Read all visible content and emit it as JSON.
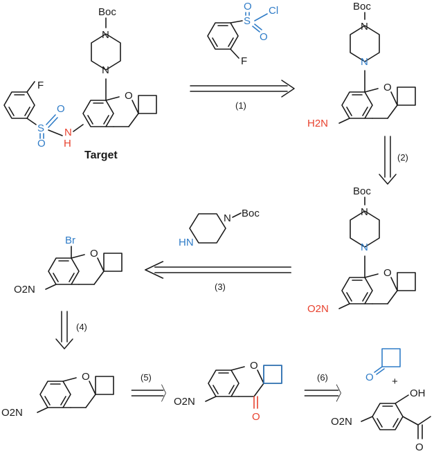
{
  "colors": {
    "ink": "#1a1a1a",
    "red": "#e8412e",
    "blue": "#2f7cc7",
    "background": "#ffffff"
  },
  "labels": {
    "target": "Target"
  },
  "atoms": {
    "boc": "Boc",
    "n": "N",
    "o": "O",
    "f": "F",
    "s": "S",
    "cl": "Cl",
    "h2n": "H2N",
    "h": "H",
    "hn": "HN",
    "br": "Br",
    "no2": "O2N",
    "oh": "OH",
    "plus": "+"
  },
  "steps": [
    {
      "label": "(1)"
    },
    {
      "label": "(2)"
    },
    {
      "label": "(3)"
    },
    {
      "label": "(4)"
    },
    {
      "label": "(5)"
    },
    {
      "label": "(6)"
    }
  ]
}
